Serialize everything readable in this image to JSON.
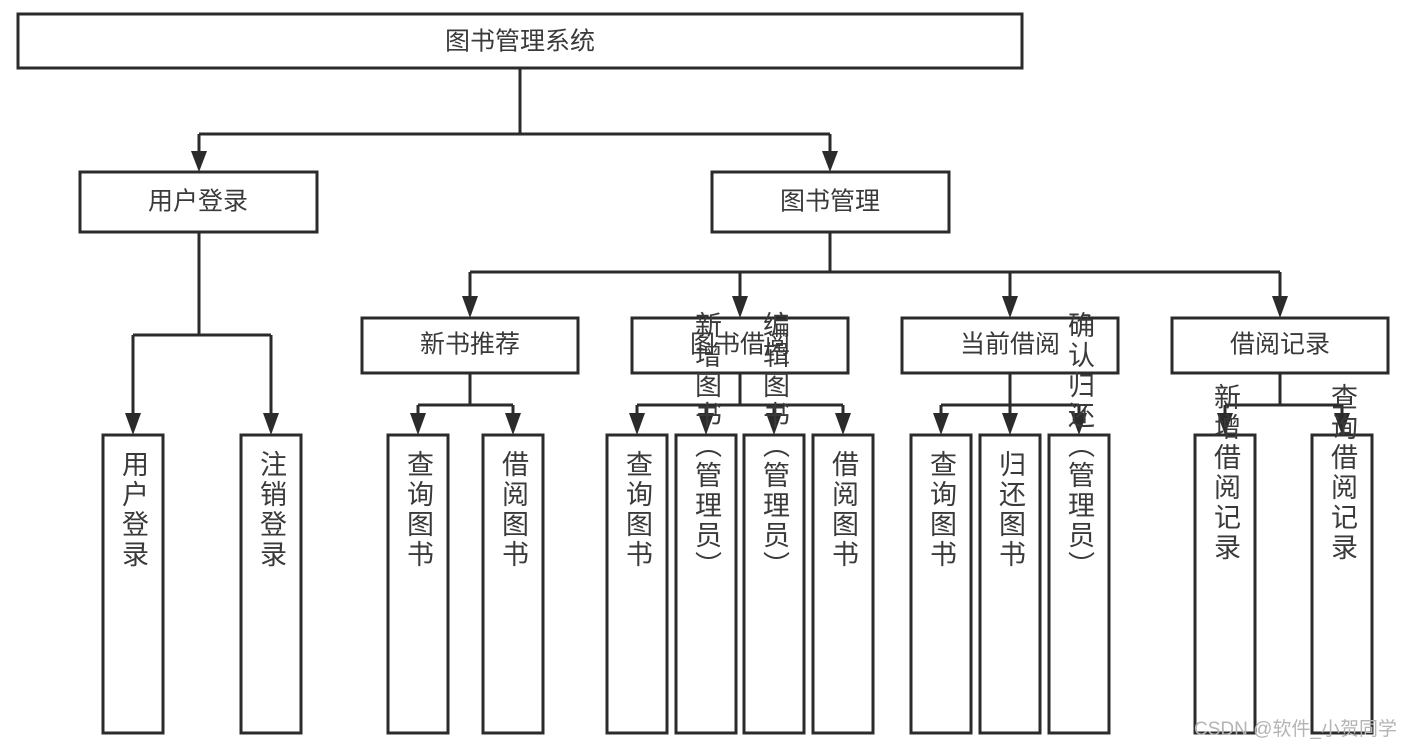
{
  "diagram": {
    "title": "图书管理系统",
    "type": "tree",
    "background_color": "#ffffff",
    "node_fill": "#ffffff",
    "node_stroke": "#2b2b2b",
    "text_color": "#3a3a3a"
  },
  "root": {
    "label": "图书管理系统"
  },
  "level2": [
    {
      "label": "用户登录"
    },
    {
      "label": "图书管理"
    }
  ],
  "level3": [
    {
      "label": "新书推荐"
    },
    {
      "label": "图书借阅"
    },
    {
      "label": "当前借阅"
    },
    {
      "label": "借阅记录"
    }
  ],
  "leaves": {
    "user_login": [
      {
        "label": "用户登录"
      },
      {
        "label": "注销登录"
      }
    ],
    "new_book_recommend": [
      {
        "label": "查询图书"
      },
      {
        "label": "借阅图书"
      }
    ],
    "book_borrow": [
      {
        "label": "查询图书"
      },
      {
        "label": "新增图书（管理员）"
      },
      {
        "label": "编辑图书（管理员）"
      },
      {
        "label": "借阅图书"
      }
    ],
    "current_borrow": [
      {
        "label": "查询图书"
      },
      {
        "label": "归还图书"
      },
      {
        "label": "确认归还（管理员）"
      }
    ],
    "borrow_record": [
      {
        "label": "新增借阅记录"
      },
      {
        "label": "查询借阅记录"
      }
    ]
  },
  "watermark": {
    "text": "CSDN @软件_小贺同学"
  }
}
